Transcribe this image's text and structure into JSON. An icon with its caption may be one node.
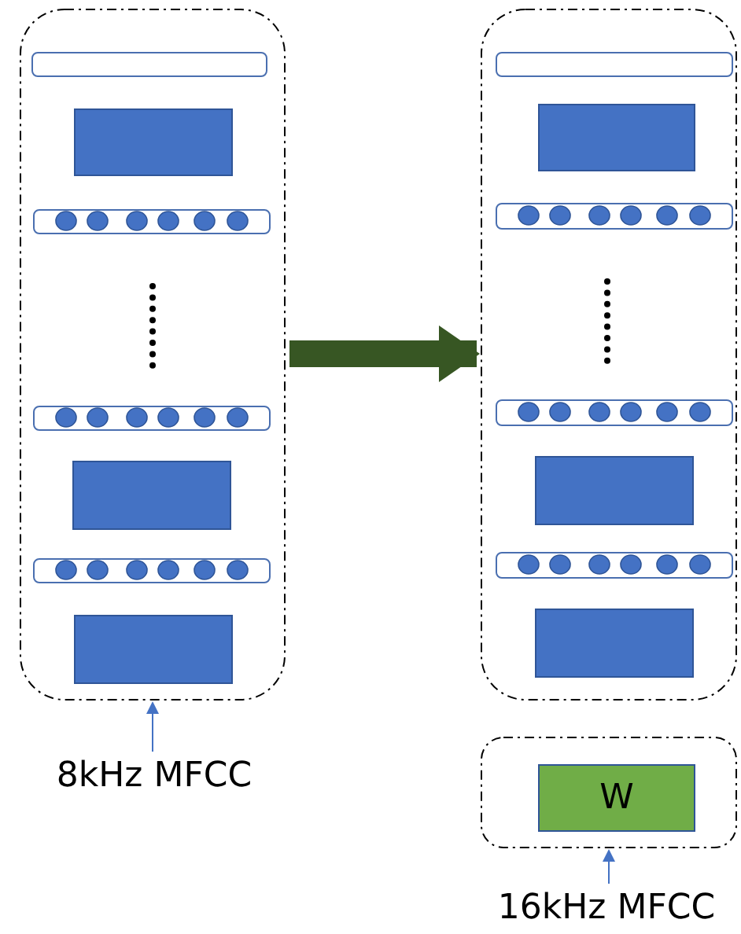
{
  "diagram": {
    "nodes": [
      {
        "text": [],
        "shape": "box"
      },
      {
        "text": [],
        "shape": "bar",
        "in": 0
      },
      {
        "text": [],
        "shape": "box",
        "in": 0
      },
      {
        "text": [],
        "shape": "bar",
        "in": 0
      },
      {
        "text": [],
        "shape": "bar",
        "in": 0
      },
      {
        "text": [],
        "shape": "box",
        "in": 0
      },
      {
        "text": [],
        "shape": "bar",
        "in": 0
      },
      {
        "text": [],
        "shape": "box",
        "in": 0
      },
      {
        "text": [],
        "shape": "box"
      },
      {
        "text": [],
        "shape": "bar",
        "in": 8
      },
      {
        "text": [],
        "shape": "box",
        "in": 8
      },
      {
        "text": [],
        "shape": "bar",
        "in": 8
      },
      {
        "text": [],
        "shape": "bar",
        "in": 8
      },
      {
        "text": [],
        "shape": "box",
        "in": 8
      },
      {
        "text": [],
        "shape": "bar",
        "in": 8
      },
      {
        "text": [],
        "shape": "box",
        "in": 8
      },
      {
        "text": [],
        "shape": "box"
      },
      {
        "text": [
          "W"
        ],
        "in": 16
      },
      {
        "text": [
          "8kHz MFCC"
        ]
      },
      {
        "text": [
          "16kHz MFCC"
        ]
      }
    ],
    "edges": [
      {
        "from": 0,
        "to": 8,
        "arrow": "to",
        "style": "thick",
        "color": "#375623"
      },
      {
        "from": 18,
        "to": 0,
        "arrow": "to"
      },
      {
        "from": 19,
        "to": 16,
        "arrow": "to"
      }
    ]
  }
}
